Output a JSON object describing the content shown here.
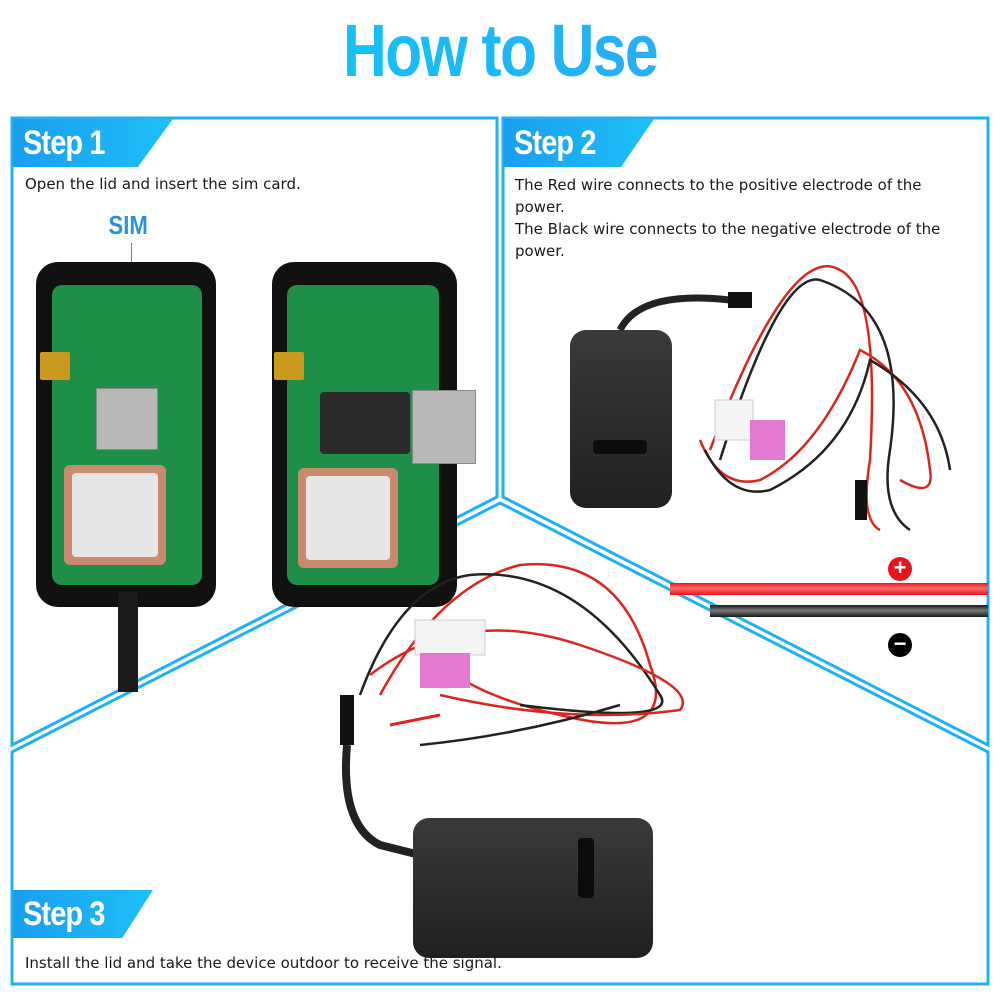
{
  "header": {
    "title": "How to Use"
  },
  "steps": [
    {
      "label": "Step 1",
      "description": "Open the lid and insert the sim card.",
      "callout": "SIM"
    },
    {
      "label": "Step 2",
      "description_lines": [
        "The Red wire connects to the positive electrode of the",
        "power.",
        "The Black wire connects to the negative electrode of the",
        "power."
      ],
      "polarity": {
        "positive": "+",
        "negative": "−"
      }
    },
    {
      "label": "Step 3",
      "description": "Install the lid and take the device outdoor to receive the signal."
    }
  ],
  "colors": {
    "accent": "#1ab4f5",
    "frame": "#1fb2f0",
    "red_wire": "#e8141b",
    "black_wire": "#1a1a1a",
    "pcb": "#1f8f48"
  },
  "icons": [
    "sim-card-icon",
    "positive-terminal-icon",
    "negative-terminal-icon",
    "gps-device-icon",
    "wire-harness-icon"
  ]
}
